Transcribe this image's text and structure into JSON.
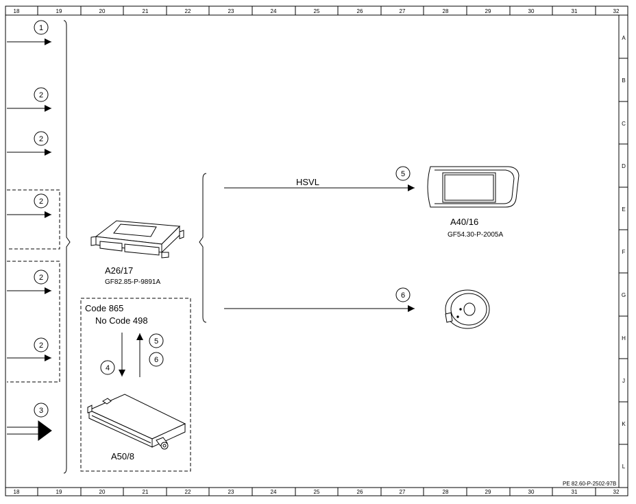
{
  "grid": {
    "columns": [
      "18",
      "19",
      "20",
      "21",
      "22",
      "23",
      "24",
      "25",
      "26",
      "27",
      "28",
      "29",
      "30",
      "31",
      "32"
    ],
    "rows": [
      "A",
      "B",
      "C",
      "D",
      "E",
      "F",
      "G",
      "H",
      "J",
      "K",
      "L"
    ]
  },
  "inputs": [
    {
      "number": "1"
    },
    {
      "number": "2"
    },
    {
      "number": "2"
    },
    {
      "number": "2"
    },
    {
      "number": "2"
    },
    {
      "number": "2"
    },
    {
      "number": "3"
    }
  ],
  "components": {
    "a26": {
      "label": "A26/17",
      "ref": "GF82.85-P-9891A"
    },
    "a40": {
      "label": "A40/16",
      "ref": "GF54.30-P-2005A"
    },
    "a50": {
      "label": "A50/8"
    }
  },
  "code_box": {
    "line1": "Code 865",
    "line2": "No Code 498"
  },
  "vertical_signals": [
    {
      "number": "4"
    },
    {
      "number": "5"
    },
    {
      "number": "6"
    }
  ],
  "outputs": [
    {
      "number": "5",
      "signal": "HSVL"
    },
    {
      "number": "6",
      "signal": ""
    }
  ],
  "footer": {
    "doc_id": "PE 82.60-P-2502-97B"
  }
}
